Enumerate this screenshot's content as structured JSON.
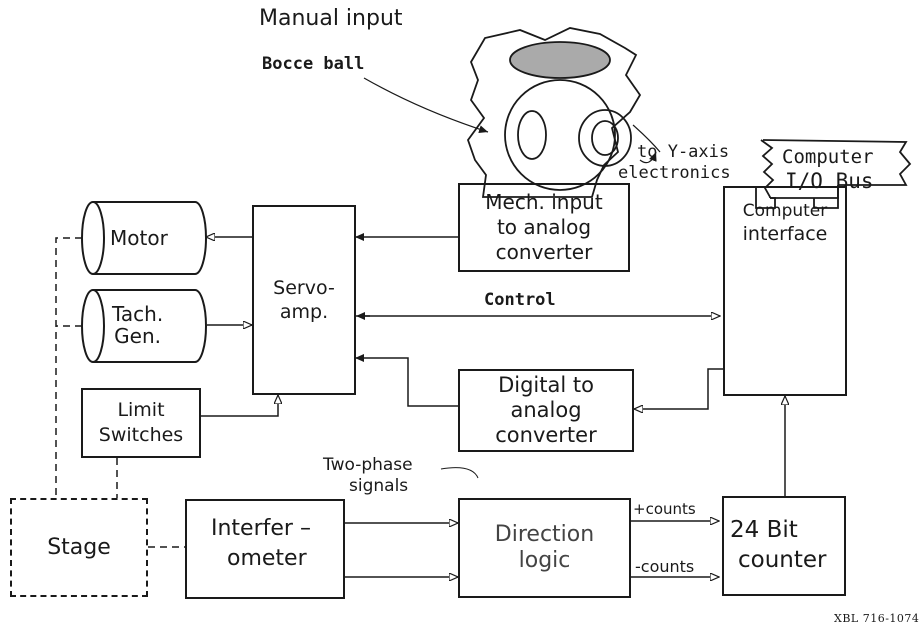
{
  "title": "Manual input",
  "annotations": {
    "bocce_ball": "Bocce ball",
    "to_y_axis": [
      "to Y-axis",
      "electronics"
    ],
    "control": "Control",
    "two_phase": [
      "Two-phase",
      "signals"
    ],
    "plus_counts": "+counts",
    "minus_counts": "-counts",
    "figure_code": "XBL 716-1074"
  },
  "blocks": {
    "motor": "Motor",
    "tach": [
      "Tach.",
      "Gen."
    ],
    "limit": [
      "Limit",
      "Switches"
    ],
    "stage": "Stage",
    "servo": [
      "Servo-",
      "amp."
    ],
    "mech": [
      "Mech. input",
      "to analog",
      "converter"
    ],
    "computer": [
      "Computer",
      "I/O Bus"
    ],
    "interface": [
      "Computer",
      "interface"
    ],
    "dac": [
      "Digital to",
      "analog",
      "converter"
    ],
    "interferometer": [
      "Interfer –",
      "ometer"
    ],
    "direction": [
      "Direction",
      "logic"
    ],
    "counter": [
      "24 Bit",
      "counter"
    ]
  }
}
